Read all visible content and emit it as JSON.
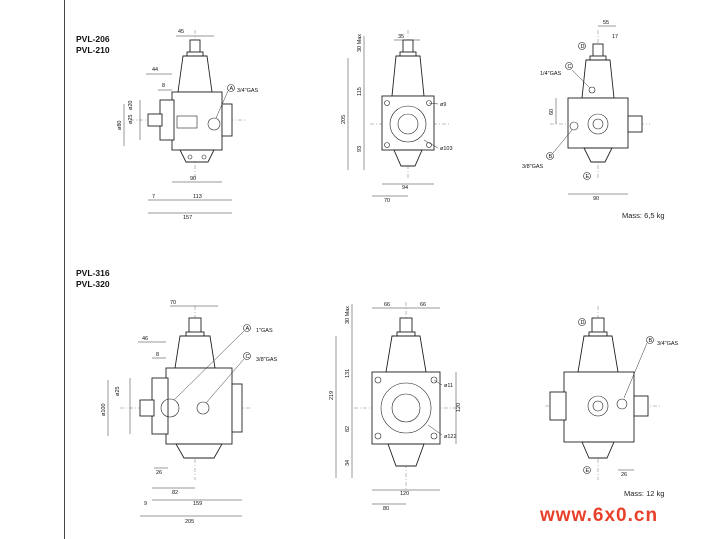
{
  "top": {
    "models": [
      "PVL-206",
      "PVL-210"
    ],
    "mass": "Mass: 6,5 kg",
    "dims_front": [
      "45",
      "44",
      "8",
      "ø20",
      "ø25",
      "ø80",
      "90",
      "7",
      "113",
      "157"
    ],
    "dims_side": [
      "30 Max",
      "35",
      "115",
      "205",
      "93",
      "ø9",
      "ø103",
      "94",
      "70"
    ],
    "dims_rear": [
      "55",
      "17",
      "60",
      "90"
    ],
    "ports": [
      {
        "letter": "A",
        "label": "3/4\"GAS"
      },
      {
        "letter": "C",
        "label": "1/4\"GAS"
      },
      {
        "letter": "B",
        "label": "3/8\"GAS"
      },
      {
        "letter": "D",
        "label": ""
      },
      {
        "letter": "E",
        "label": ""
      }
    ]
  },
  "bottom": {
    "models": [
      "PVL-316",
      "PVL-320"
    ],
    "mass": "Mass: 12 kg",
    "dims_front": [
      "70",
      "46",
      "8",
      "ø25",
      "ø100",
      "26",
      "82",
      "9",
      "159",
      "205"
    ],
    "dims_side": [
      "30 Max",
      "66",
      "66",
      "131",
      "219",
      "82",
      "34",
      "ø11",
      "ø122",
      "120",
      "120",
      "80"
    ],
    "dims_rear": [
      "26"
    ],
    "ports": [
      {
        "letter": "A",
        "label": "1\"GAS"
      },
      {
        "letter": "C",
        "label": "3/8\"GAS"
      },
      {
        "letter": "B",
        "label": "3/4\"GAS"
      },
      {
        "letter": "D",
        "label": ""
      },
      {
        "letter": "E",
        "label": ""
      }
    ]
  },
  "watermark": "www.6x0.cn"
}
